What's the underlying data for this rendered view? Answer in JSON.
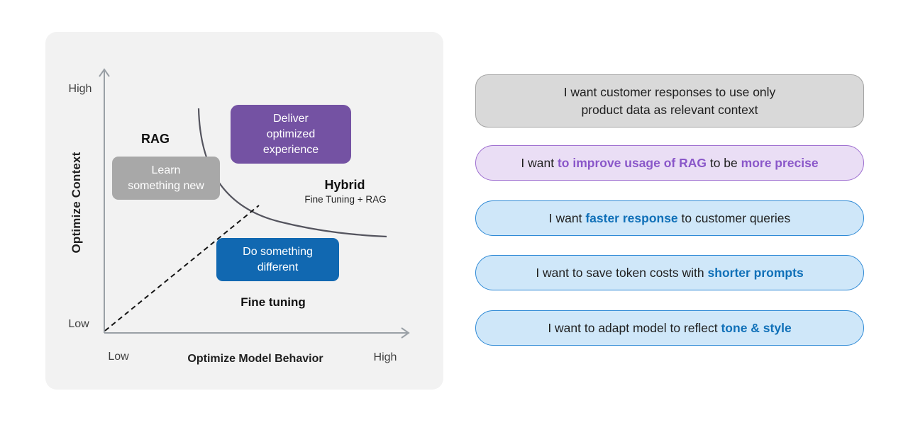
{
  "diagram": {
    "axes": {
      "y_label": "Optimize Context",
      "x_label": "Optimize Model Behavior",
      "y_high": "High",
      "y_low": "Low",
      "x_low": "Low",
      "x_high": "High"
    },
    "labels": {
      "rag": "RAG",
      "hybrid": "Hybrid",
      "hybrid_sub": "Fine Tuning + RAG",
      "fine_tuning": "Fine tuning"
    },
    "nodes": {
      "learn": "Learn\nsomething new",
      "deliver": "Deliver\noptimized\nexperience",
      "different": "Do something\ndifferent"
    }
  },
  "cards": {
    "product_data": {
      "text": "I want customer responses to use only\nproduct data as relevant context"
    },
    "rag_precise": {
      "s1": "I want ",
      "s2": "to improve usage of RAG",
      "s3": " to be ",
      "s4": "more precise"
    },
    "faster_response": {
      "s1": "I want ",
      "s2": "faster response",
      "s3": " to customer queries"
    },
    "token_costs": {
      "s1": "I want to save token costs with ",
      "s2": "shorter prompts"
    },
    "tone_style": {
      "s1": "I want to adapt model to reflect ",
      "s2": "tone & style"
    }
  },
  "colors": {
    "panel_bg": "#f2f2f2",
    "node_purple": "#7452a3",
    "node_gray": "#a8a8a8",
    "node_blue": "#1168b1",
    "card_gray_bg": "#d9d9d9",
    "card_purple_bg": "#eadef5",
    "card_blue_bg": "#cfe7f9",
    "card_purple_border": "#9e6fd0",
    "card_blue_border": "#2f8ad6",
    "accent_blue": "#1070b8",
    "accent_purple": "#8a57c9"
  }
}
